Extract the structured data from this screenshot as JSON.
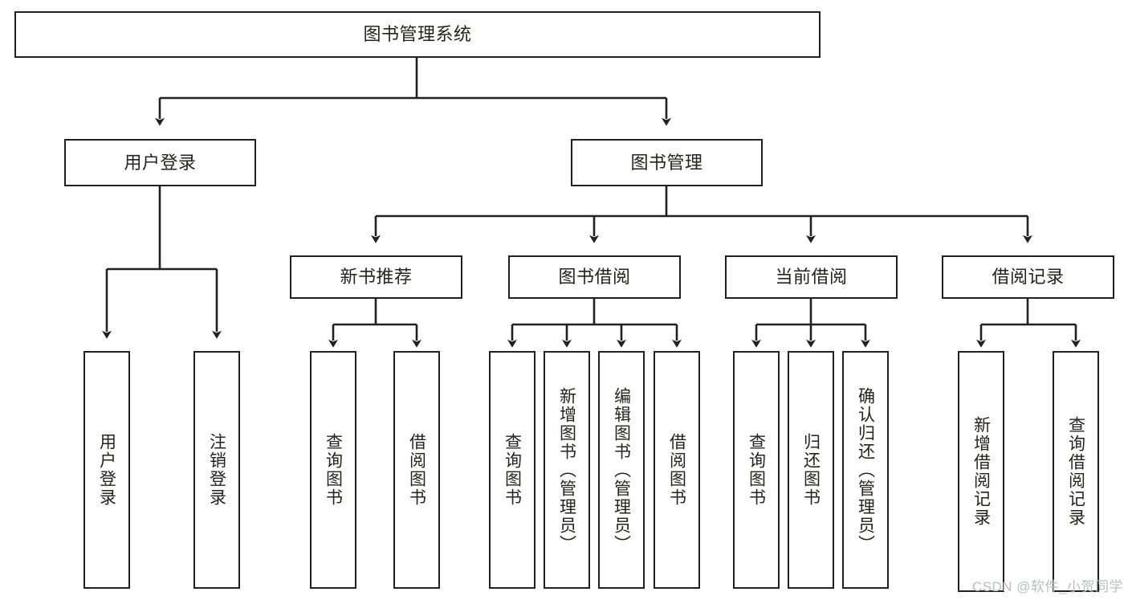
{
  "diagram": {
    "title": "图书管理系统",
    "type": "tree",
    "orientation": "top-down",
    "colors": {
      "stroke": "#23211f",
      "fill": "#ffffff",
      "text": "#262220",
      "watermark": "#b9bcc0"
    },
    "watermark": "CSDN @软件_小贺同学"
  },
  "nodes": {
    "root": {
      "label": "图书管理系统"
    },
    "level2": [
      {
        "label": "用户登录"
      },
      {
        "label": "图书管理"
      }
    ],
    "level3": [
      {
        "label": "新书推荐"
      },
      {
        "label": "图书借阅"
      },
      {
        "label": "当前借阅"
      },
      {
        "label": "借阅记录"
      }
    ],
    "leaves": {
      "user_login": [
        {
          "label": "用户登录"
        },
        {
          "label": "注销登录"
        }
      ],
      "new_book_recommend": [
        {
          "label": "查询图书"
        },
        {
          "label": "借阅图书"
        }
      ],
      "book_borrow": [
        {
          "label": "查询图书"
        },
        {
          "label": "新增图书（管理员）"
        },
        {
          "label": "编辑图书（管理员）"
        },
        {
          "label": "借阅图书"
        }
      ],
      "current_borrow": [
        {
          "label": "查询图书"
        },
        {
          "label": "归还图书"
        },
        {
          "label": "确认归还（管理员）"
        }
      ],
      "borrow_records": [
        {
          "label": "新增借阅记录"
        },
        {
          "label": "查询借阅记录"
        }
      ]
    }
  }
}
